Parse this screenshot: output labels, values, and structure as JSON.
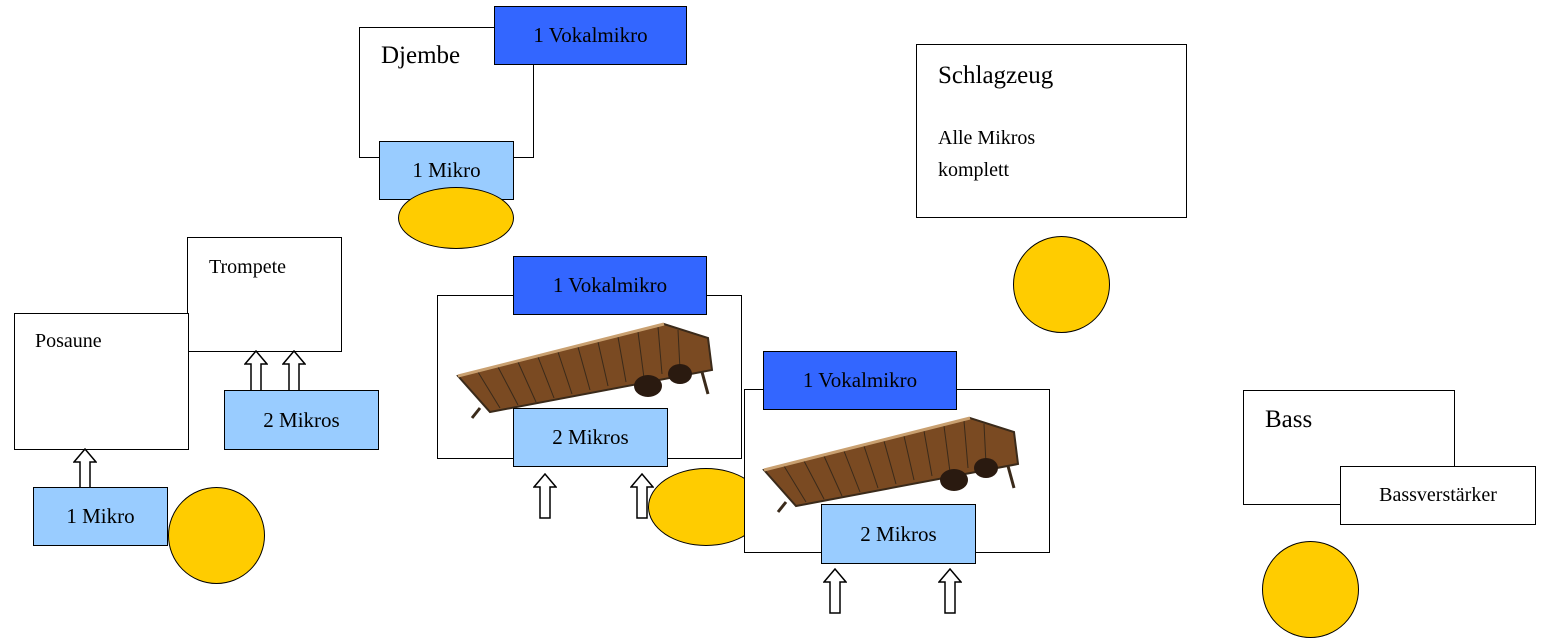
{
  "colors": {
    "mic": "#99ccff",
    "vocal_mic": "#3366ff",
    "seat": "#ffcc00",
    "marimba_wood": "#8b5a2b",
    "marimba_frame": "#3a2a1a"
  },
  "djembe": {
    "label": "Djembe",
    "vocal_mic": "1 Vokalmikro",
    "mic": "1 Mikro"
  },
  "schlagzeug": {
    "label": "Schlagzeug",
    "note_line1": "Alle Mikros",
    "note_line2": "komplett"
  },
  "trompete": {
    "label": "Trompete",
    "mic": "2 Mikros"
  },
  "posaune": {
    "label": "Posaune",
    "mic": "1 Mikro"
  },
  "marimba_left": {
    "vocal_mic": "1 Vokalmikro",
    "mic": "2 Mikros"
  },
  "marimba_right": {
    "vocal_mic": "1 Vokalmikro",
    "mic": "2 Mikros"
  },
  "bass": {
    "label": "Bass",
    "amp": "Bassverstärker"
  },
  "icons": [
    "up-arrow-icon",
    "marimba-image"
  ]
}
